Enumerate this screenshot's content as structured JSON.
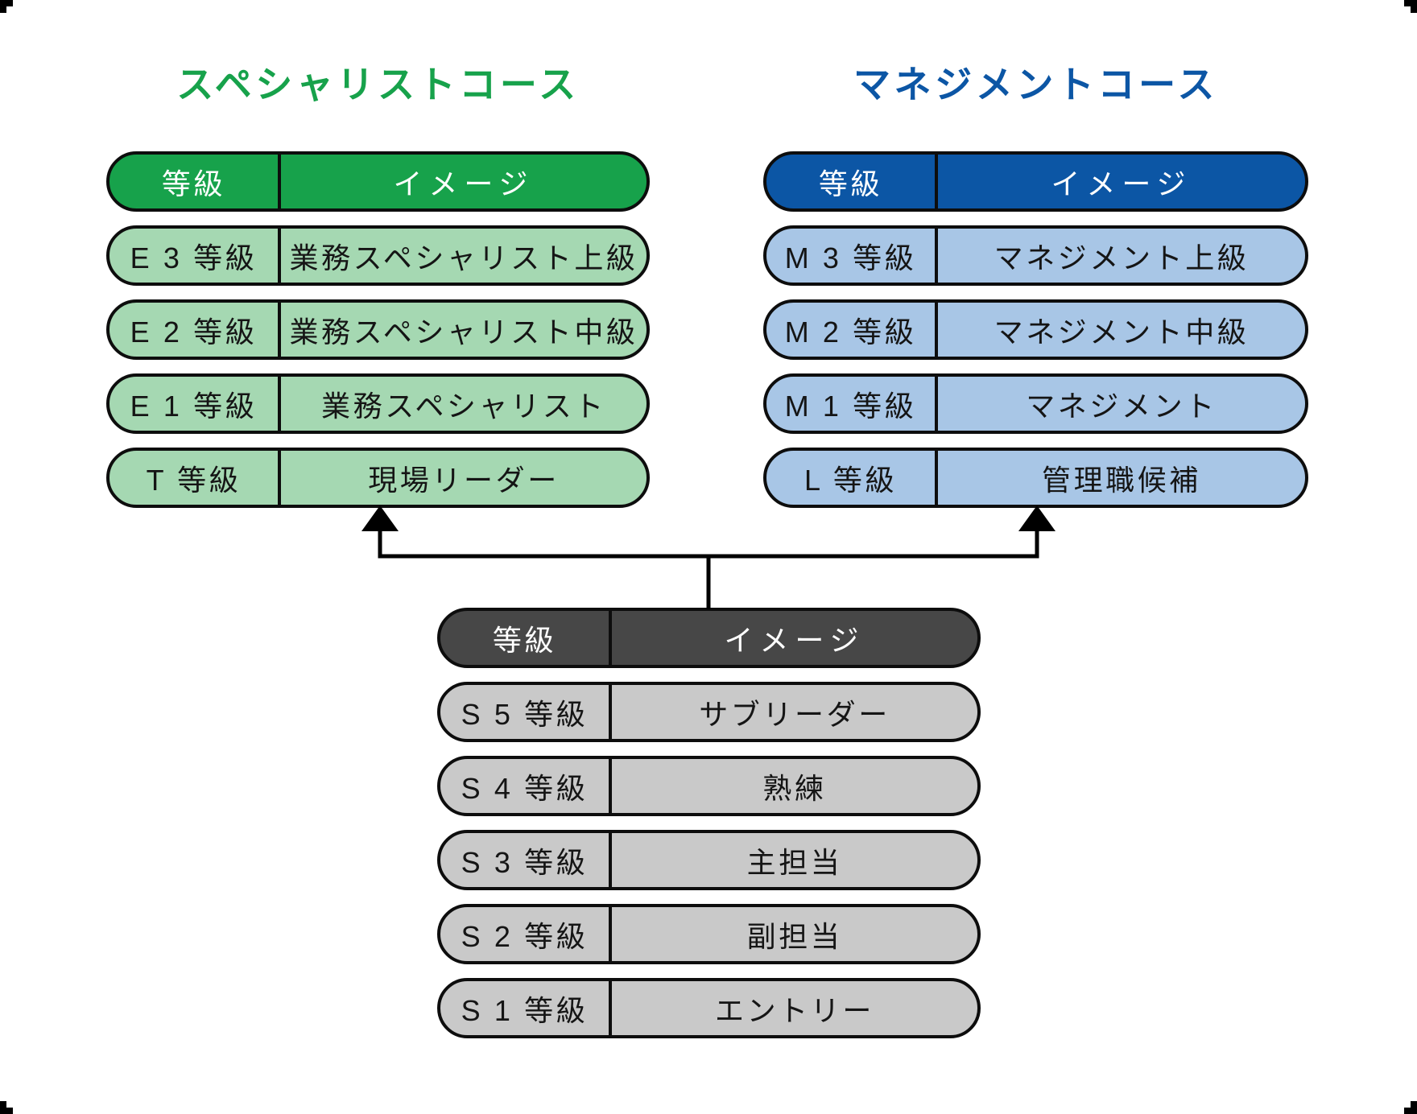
{
  "specialist": {
    "title": "スペシャリストコース",
    "header": {
      "grade": "等級",
      "image": "イメージ"
    },
    "rows": [
      {
        "grade": "E 3 等級",
        "image": "業務スペシャリスト上級"
      },
      {
        "grade": "E 2 等級",
        "image": "業務スペシャリスト中級"
      },
      {
        "grade": "E 1 等級",
        "image": "業務スペシャリスト"
      },
      {
        "grade": "T 等級",
        "image": "現場リーダー"
      }
    ]
  },
  "management": {
    "title": "マネジメントコース",
    "header": {
      "grade": "等級",
      "image": "イメージ"
    },
    "rows": [
      {
        "grade": "M 3 等級",
        "image": "マネジメント上級"
      },
      {
        "grade": "M 2 等級",
        "image": "マネジメント中級"
      },
      {
        "grade": "M 1 等級",
        "image": "マネジメント"
      },
      {
        "grade": "L 等級",
        "image": "管理職候補"
      }
    ]
  },
  "base": {
    "header": {
      "grade": "等級",
      "image": "イメージ"
    },
    "rows": [
      {
        "grade": "S 5 等級",
        "image": "サブリーダー"
      },
      {
        "grade": "S 4 等級",
        "image": "熟練"
      },
      {
        "grade": "S 3 等級",
        "image": "主担当"
      },
      {
        "grade": "S 2 等級",
        "image": "副担当"
      },
      {
        "grade": "S 1 等級",
        "image": "エントリー"
      }
    ]
  },
  "colors": {
    "specialist_primary": "#17a24b",
    "specialist_light": "#a5d8b2",
    "management_primary": "#0c56a5",
    "management_light": "#a8c6e6",
    "base_primary": "#474747",
    "base_light": "#c9c9c9",
    "border": "#0d0d0d",
    "connector": "#000000"
  }
}
